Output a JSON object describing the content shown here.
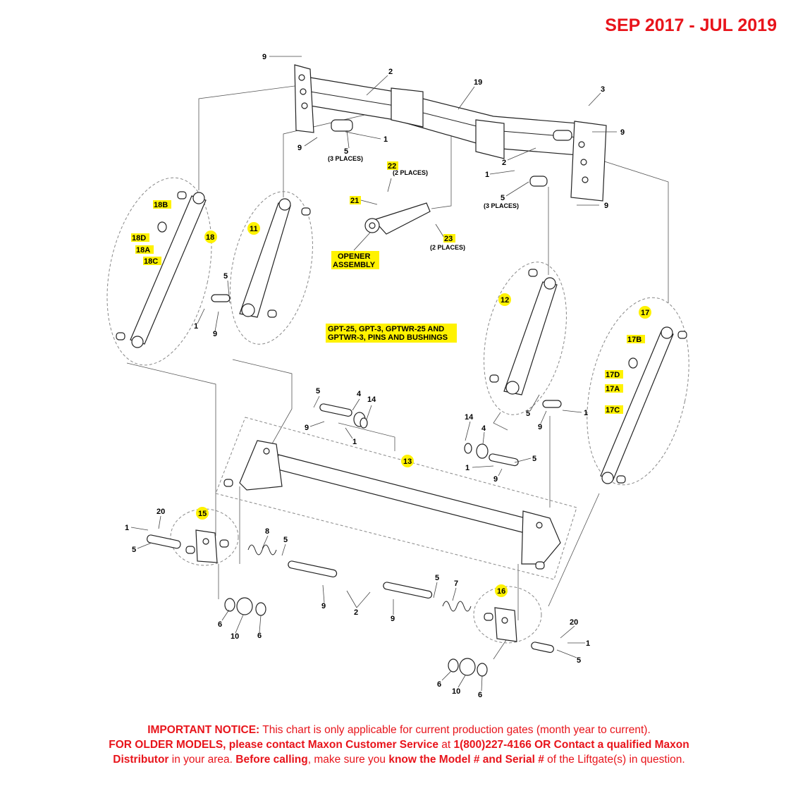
{
  "title": "SEP 2017 - JUL 2019",
  "center_label": [
    "GPT-25, GPT-3, GPTWR-25 AND",
    "GPTWR-3, PINS AND BUSHINGS"
  ],
  "opener_label": [
    "OPENER",
    "ASSEMBLY"
  ],
  "notes": {
    "three_places": "(3 PLACES)",
    "two_places": "(2 PLACES)"
  },
  "notice": {
    "line1_bold": "IMPORTANT NOTICE:",
    "line1_text": " This chart is only applicable for current production gates (month year to current).",
    "line2_bold1": "FOR OLDER MODELS, please contact Maxon Customer Service",
    "line2_text1": " at ",
    "line2_bold2": "1(800)227-4166 OR Contact a qualified Maxon",
    "line3_bold1": "Distributor",
    "line3_text1": " in your area. ",
    "line3_bold2": "Before calling",
    "line3_text2": ", make sure you ",
    "line3_bold3": "know the Model # and Serial #",
    "line3_text3": " of the Liftgate(s) in question."
  },
  "callouts": {
    "c9a": "9",
    "c2a": "2",
    "c19": "19",
    "c3": "3",
    "c9b": "9",
    "c1a": "1",
    "c9c": "9",
    "c5a": "5",
    "c22": "22",
    "c21": "21",
    "c23": "23",
    "c2b": "2",
    "c1b": "1",
    "c5b": "5",
    "c9d": "9",
    "c18": "18",
    "c18b": "18B",
    "c18d": "18D",
    "c18a": "18A",
    "c18c": "18C",
    "c11": "11",
    "c5c": "5",
    "c1c": "1",
    "c9e": "9",
    "c12": "12",
    "c17": "17",
    "c17b": "17B",
    "c17d": "17D",
    "c17a": "17A",
    "c17c": "17C",
    "c5d": "5",
    "c9f": "9",
    "c1d": "1",
    "c5e": "5",
    "c4a": "4",
    "c14a": "14",
    "c9g": "9",
    "c1e": "1",
    "c14b": "14",
    "c4b": "4",
    "c5f": "5",
    "c1f": "1",
    "c9h": "9",
    "c13": "13",
    "c20a": "20",
    "c15": "15",
    "c1g": "1",
    "c5g": "5",
    "c8": "8",
    "c5h": "5",
    "c9i": "9",
    "c2c": "2",
    "c9j": "9",
    "c5i": "5",
    "c7": "7",
    "c16": "16",
    "c20b": "20",
    "c1h": "1",
    "c5j": "5",
    "c6a": "6",
    "c10a": "10",
    "c6b": "6",
    "c6c": "6",
    "c10b": "10",
    "c6d": "6"
  }
}
